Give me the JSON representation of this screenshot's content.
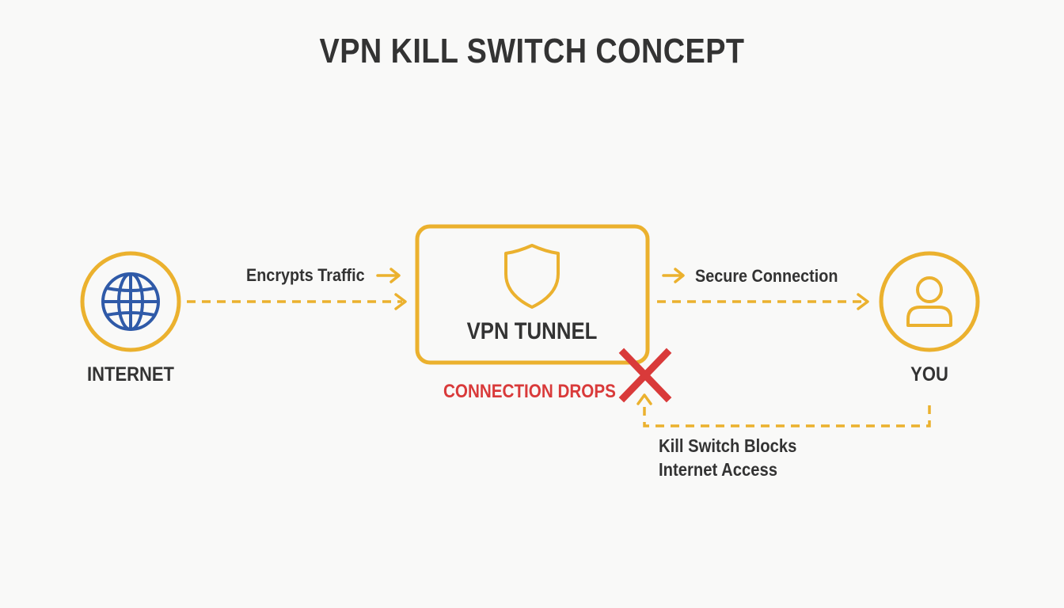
{
  "title": "VPN KILL SWITCH CONCEPT",
  "colors": {
    "accent": "#ebb12e",
    "globe": "#2f5aa8",
    "danger": "#d93a3a",
    "text": "#333333",
    "background": "#f9f9f8"
  },
  "nodes": {
    "internet": {
      "label": "INTERNET",
      "icon": "globe-icon"
    },
    "tunnel": {
      "label": "VPN TUNNEL",
      "icon": "shield-icon"
    },
    "you": {
      "label": "YOU",
      "icon": "user-icon"
    }
  },
  "edges": {
    "internet_to_tunnel": {
      "label": "Encrypts Traffic"
    },
    "tunnel_to_you": {
      "label": "Secure Connection"
    },
    "kill_switch": {
      "line1": "Kill Switch Blocks",
      "line2": "Internet Access"
    }
  },
  "failure": {
    "label": "CONNECTION DROPS",
    "icon": "x-icon"
  }
}
